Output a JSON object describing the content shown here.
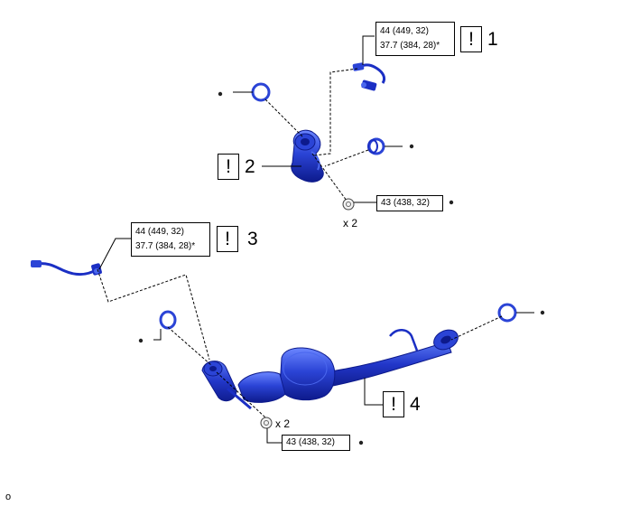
{
  "callouts": {
    "torque_1": {
      "line1": "44 (449, 32)",
      "line2": "37.7 (384, 28)*"
    },
    "torque_3": {
      "line1": "44 (449, 32)",
      "line2": "37.7 (384, 28)*"
    },
    "torque_nut_upper": "43 (438, 32)",
    "torque_nut_lower": "43 (438, 32)",
    "warning_mark": "!",
    "part_1": "1",
    "part_2": "2",
    "part_3": "3",
    "part_4": "4",
    "qty_upper": "x 2",
    "qty_lower": "x 2"
  },
  "corner_mark": "o",
  "colors": {
    "part_blue": "#1b2fc4",
    "part_dark": "#0d1a8c",
    "part_light": "#4a67ee",
    "line": "#000000"
  }
}
